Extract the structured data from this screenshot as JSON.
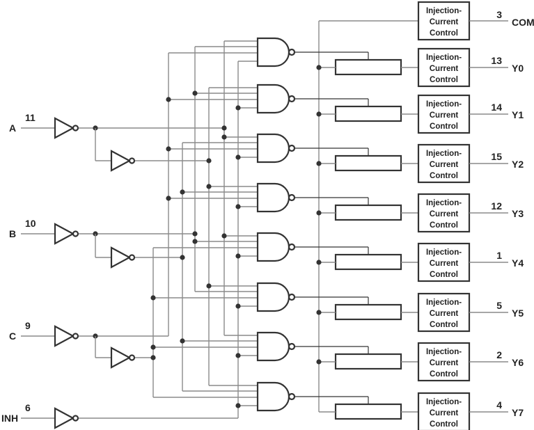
{
  "inputs": [
    {
      "name": "A",
      "pin": "11",
      "has_complement": true
    },
    {
      "name": "B",
      "pin": "10",
      "has_complement": true
    },
    {
      "name": "C",
      "pin": "9",
      "has_complement": true
    },
    {
      "name": "INH",
      "pin": "6",
      "has_complement": false
    }
  ],
  "common": {
    "name": "COM",
    "pin": "3"
  },
  "outputs": [
    {
      "name": "Y0",
      "pin": "13"
    },
    {
      "name": "Y1",
      "pin": "14"
    },
    {
      "name": "Y2",
      "pin": "15"
    },
    {
      "name": "Y3",
      "pin": "12"
    },
    {
      "name": "Y4",
      "pin": "1"
    },
    {
      "name": "Y5",
      "pin": "5"
    },
    {
      "name": "Y6",
      "pin": "2"
    },
    {
      "name": "Y7",
      "pin": "4"
    }
  ],
  "control_block": {
    "line1": "Injection-",
    "line2": "Current",
    "line3": "Control"
  },
  "gate_type": "NAND-4",
  "switch_type": "analog-switch"
}
